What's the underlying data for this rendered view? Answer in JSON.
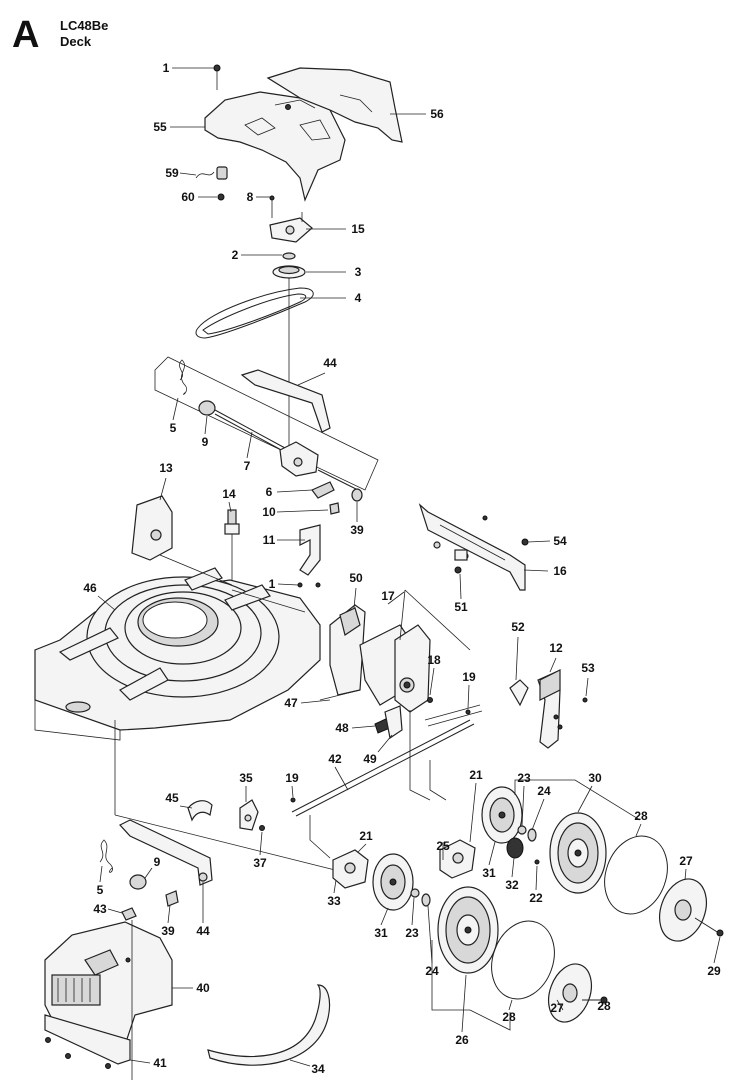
{
  "header": {
    "section_letter": "A",
    "model": "LC48Be",
    "section_title": "Deck"
  },
  "callouts": [
    {
      "id": "c1a",
      "label": "1"
    },
    {
      "id": "c55",
      "label": "55"
    },
    {
      "id": "c56",
      "label": "56"
    },
    {
      "id": "c59",
      "label": "59"
    },
    {
      "id": "c60",
      "label": "60"
    },
    {
      "id": "c8",
      "label": "8"
    },
    {
      "id": "c15",
      "label": "15"
    },
    {
      "id": "c2",
      "label": "2"
    },
    {
      "id": "c3",
      "label": "3"
    },
    {
      "id": "c4",
      "label": "4"
    },
    {
      "id": "c44a",
      "label": "44"
    },
    {
      "id": "c5a",
      "label": "5"
    },
    {
      "id": "c9a",
      "label": "9"
    },
    {
      "id": "c7",
      "label": "7"
    },
    {
      "id": "c6",
      "label": "6"
    },
    {
      "id": "c13",
      "label": "13"
    },
    {
      "id": "c14",
      "label": "14"
    },
    {
      "id": "c10",
      "label": "10"
    },
    {
      "id": "c39a",
      "label": "39"
    },
    {
      "id": "c11",
      "label": "11"
    },
    {
      "id": "c1b",
      "label": "1"
    },
    {
      "id": "c54",
      "label": "54"
    },
    {
      "id": "c16",
      "label": "16"
    },
    {
      "id": "c51",
      "label": "51"
    },
    {
      "id": "c46",
      "label": "46"
    },
    {
      "id": "c50",
      "label": "50"
    },
    {
      "id": "c17",
      "label": "17"
    },
    {
      "id": "c52",
      "label": "52"
    },
    {
      "id": "c12",
      "label": "12"
    },
    {
      "id": "c53",
      "label": "53"
    },
    {
      "id": "c18",
      "label": "18"
    },
    {
      "id": "c19a",
      "label": "19"
    },
    {
      "id": "c47",
      "label": "47"
    },
    {
      "id": "c48",
      "label": "48"
    },
    {
      "id": "c49",
      "label": "49"
    },
    {
      "id": "c35",
      "label": "35"
    },
    {
      "id": "c19b",
      "label": "19"
    },
    {
      "id": "c42",
      "label": "42"
    },
    {
      "id": "c21a",
      "label": "21"
    },
    {
      "id": "c23a",
      "label": "23"
    },
    {
      "id": "c30",
      "label": "30"
    },
    {
      "id": "c24a",
      "label": "24"
    },
    {
      "id": "c45",
      "label": "45"
    },
    {
      "id": "c37",
      "label": "37"
    },
    {
      "id": "c25",
      "label": "25"
    },
    {
      "id": "c28a",
      "label": "28"
    },
    {
      "id": "c31a",
      "label": "31"
    },
    {
      "id": "c32",
      "label": "32"
    },
    {
      "id": "c22",
      "label": "22"
    },
    {
      "id": "c27a",
      "label": "27"
    },
    {
      "id": "c21b",
      "label": "21"
    },
    {
      "id": "c9b",
      "label": "9"
    },
    {
      "id": "c5b",
      "label": "5"
    },
    {
      "id": "c33",
      "label": "33"
    },
    {
      "id": "c43",
      "label": "43"
    },
    {
      "id": "c39b",
      "label": "39"
    },
    {
      "id": "c44b",
      "label": "44"
    },
    {
      "id": "c31b",
      "label": "31"
    },
    {
      "id": "c23b",
      "label": "23"
    },
    {
      "id": "c29",
      "label": "29"
    },
    {
      "id": "c40",
      "label": "40"
    },
    {
      "id": "c24b",
      "label": "24"
    },
    {
      "id": "c27b",
      "label": "27"
    },
    {
      "id": "c28b",
      "label": "28"
    },
    {
      "id": "c28c",
      "label": "28"
    },
    {
      "id": "c26",
      "label": "26"
    },
    {
      "id": "c41",
      "label": "41"
    },
    {
      "id": "c34",
      "label": "34"
    }
  ]
}
